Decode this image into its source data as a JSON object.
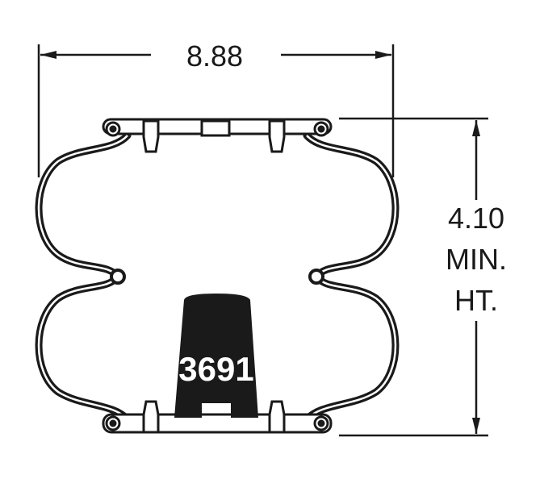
{
  "diagram": {
    "width_dimension": "8.88",
    "height_dimension": {
      "value": "4.10",
      "line2": "MIN.",
      "line3": "HT."
    },
    "part_number": "3691",
    "colors": {
      "line": "#1a1a1a",
      "background": "#ffffff"
    }
  }
}
